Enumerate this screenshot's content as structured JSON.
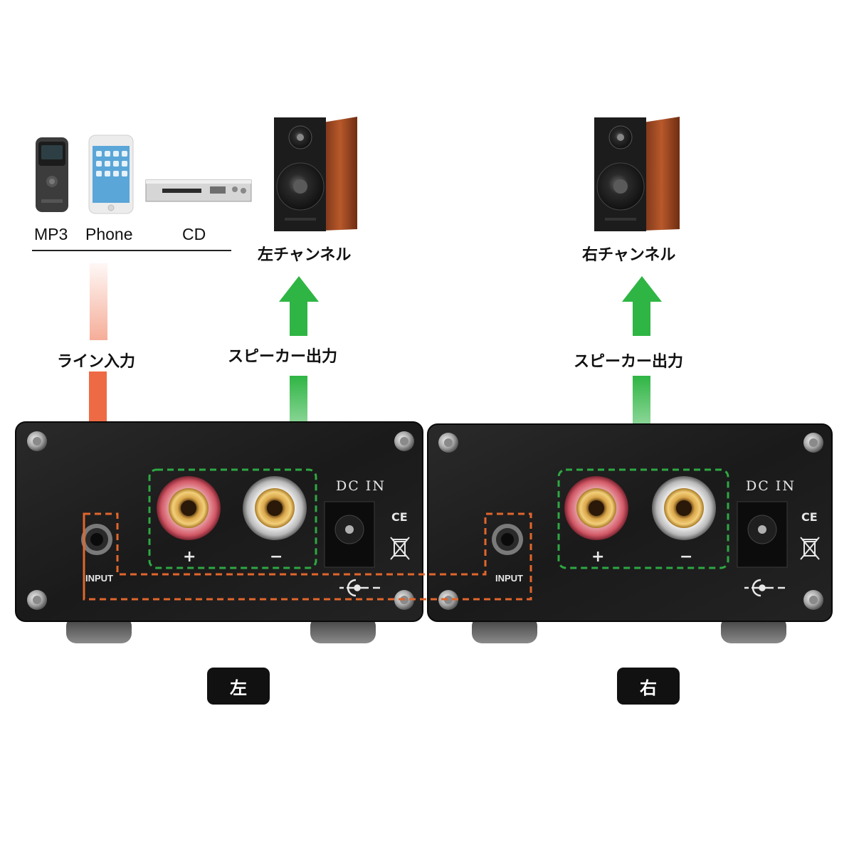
{
  "sources": {
    "mp3": "MP3",
    "phone": "Phone",
    "cd": "CD"
  },
  "labels": {
    "line_in": "ライン入力",
    "speaker_out_left": "スピーカー出力",
    "speaker_out_right": "スピーカー出力",
    "left_channel": "左チャンネル",
    "right_channel": "右チャンネル"
  },
  "badges": {
    "left": "左",
    "right": "右"
  },
  "amp_left": {
    "dc_in": "DC IN",
    "input": "INPUT",
    "plus": "+",
    "minus": "−",
    "ce": "CE"
  },
  "amp_right": {
    "dc_in": "DC IN",
    "input": "INPUT",
    "plus": "+",
    "minus": "−",
    "ce": "CE"
  },
  "colors": {
    "input_arrow": "#ee6a45",
    "output_arrow": "#2fb544",
    "dashed_input": "#e2662c",
    "dashed_output": "#2ea843",
    "amp_body": "#1b1b1b",
    "badge": "#111111"
  }
}
